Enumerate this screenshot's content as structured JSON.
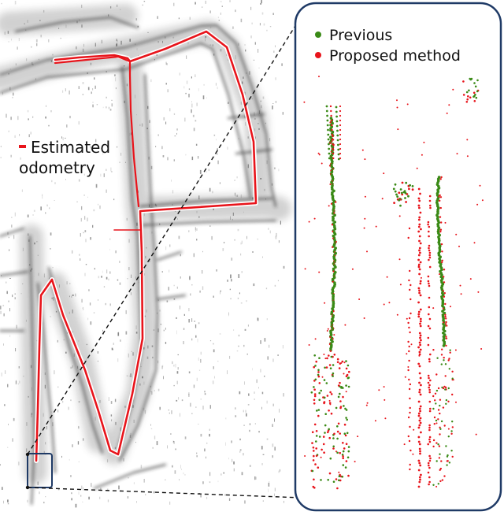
{
  "map_legend": {
    "line1": "Estimated",
    "line2": "odometry",
    "color": "#e8141b"
  },
  "zoom_legend": {
    "previous_label": "Previous",
    "previous_color": "#3a8a16",
    "proposed_label": "Proposed method",
    "proposed_color": "#e8141b"
  },
  "colors": {
    "panel_border": "#1f3a66",
    "highlight_box": "#1f3a66",
    "map_ink": "#2a2a2a"
  }
}
